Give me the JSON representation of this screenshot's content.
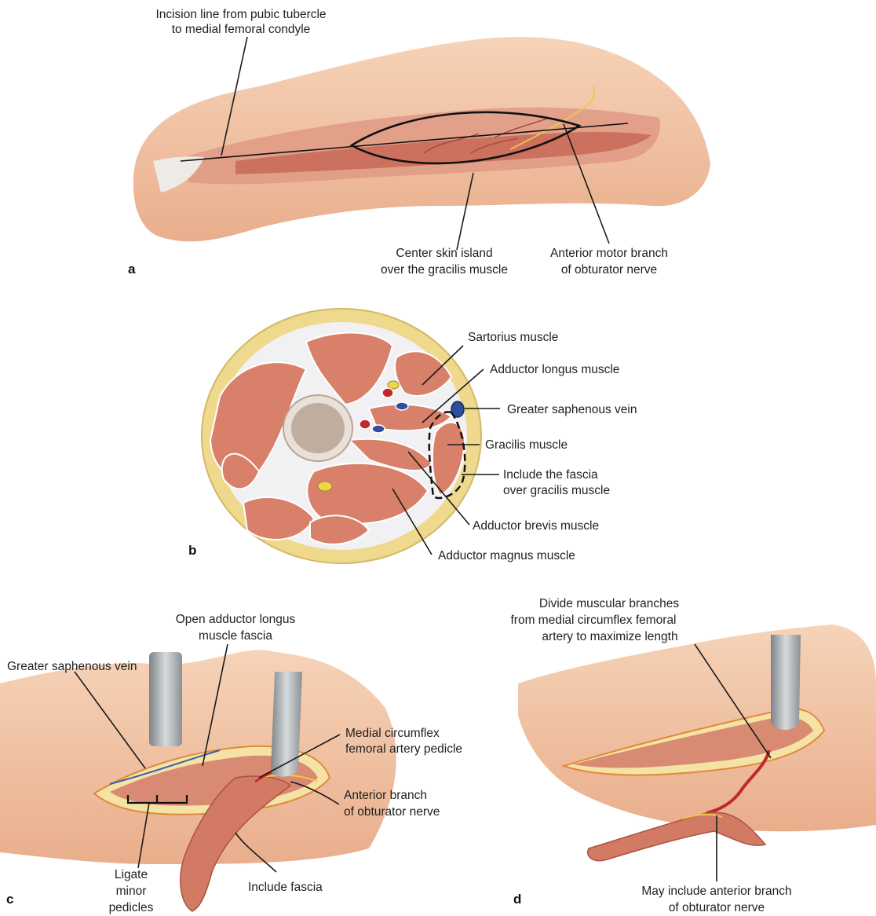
{
  "panels": {
    "a": {
      "letter": "a",
      "labels": {
        "incision_1": "Incision line from pubic tubercle",
        "incision_2": "to medial femoral condyle",
        "skin_island_1": "Center skin island",
        "skin_island_2": "over the gracilis muscle",
        "motor_branch_1": "Anterior motor branch",
        "motor_branch_2": "of obturator nerve"
      }
    },
    "b": {
      "letter": "b",
      "labels": {
        "sartorius": "Sartorius muscle",
        "adductor_longus": "Adductor longus muscle",
        "saphenous": "Greater saphenous vein",
        "gracilis": "Gracilis muscle",
        "fascia_1": "Include the fascia",
        "fascia_2": "over gracilis muscle",
        "adductor_brevis": "Adductor brevis muscle",
        "adductor_magnus": "Adductor magnus muscle"
      }
    },
    "c": {
      "letter": "c",
      "labels": {
        "open_fascia_1": "Open adductor longus",
        "open_fascia_2": "muscle fascia",
        "saphenous": "Greater saphenous vein",
        "mcfa_1": "Medial circumflex",
        "mcfa_2": "femoral artery pedicle",
        "ant_branch_1": "Anterior branch",
        "ant_branch_2": "of obturator nerve",
        "ligate_1": "Ligate",
        "ligate_2": "minor",
        "ligate_3": "pedicles",
        "include_fascia": "Include fascia"
      }
    },
    "d": {
      "letter": "d",
      "labels": {
        "divide_1": "Divide muscular branches",
        "divide_2": "from medial circumflex femoral",
        "divide_3": "artery to maximize length",
        "may_include_1": "May include anterior branch",
        "may_include_2": "of obturator nerve"
      }
    }
  },
  "colors": {
    "skin": "#f2c6a6",
    "muscle": "#d9806b",
    "muscle_dark": "#b9584a",
    "fat": "#efd98c",
    "bone": "#cdb8aa",
    "artery": "#c0282a",
    "vein": "#2f4f9e",
    "nerve": "#f0d44a",
    "retractor": "#9ea4a8"
  }
}
